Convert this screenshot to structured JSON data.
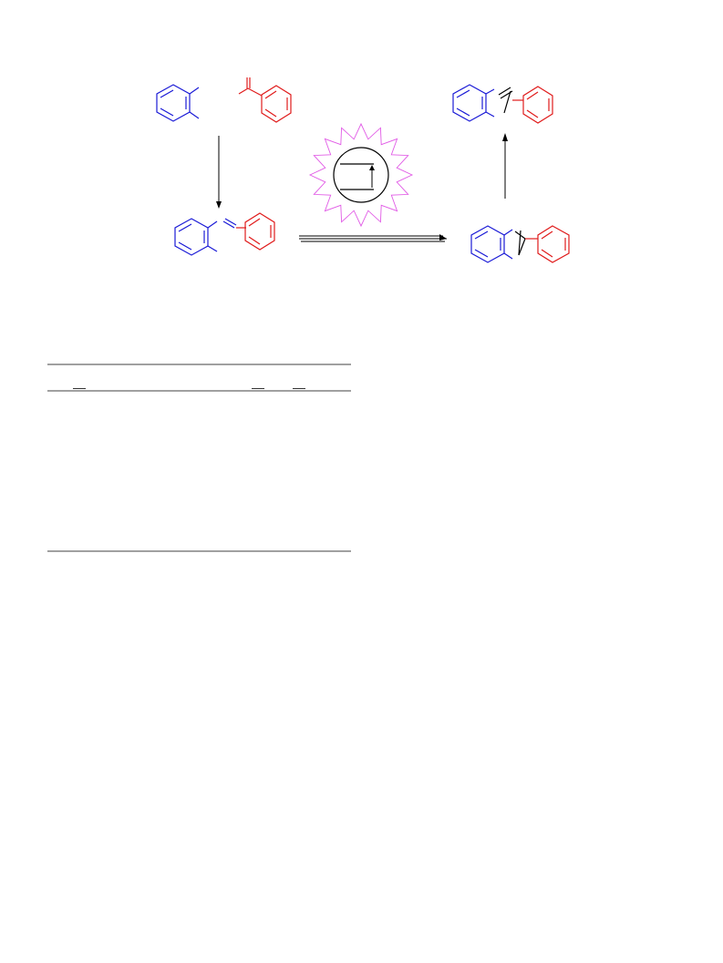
{
  "colors": {
    "reagent_a": "#1a1ad6",
    "reagent_b": "#e01b1b",
    "photocatalyst_burst": "#e15be6",
    "arrows": "#000000",
    "table_rules": "#000000"
  },
  "scheme": {
    "reagent_a": {
      "name": "ortho-disubstituted-benzene",
      "color_key": "reagent_a"
    },
    "reagent_b": {
      "name": "acetyl-benzene-fragment",
      "color_key": "reagent_b"
    },
    "intermediate_1": {
      "name": "condensation-adduct"
    },
    "intermediate_2": {
      "name": "radical-adduct"
    },
    "product": {
      "name": "cyclized-product"
    },
    "photocatalyst": {
      "name": "light-source-burst",
      "color_key": "photocatalyst_burst"
    },
    "arrows": [
      "down-arrow",
      "equilibrium-arrow",
      "up-arrow"
    ]
  },
  "table": {
    "caption": "",
    "headers": [],
    "rows": []
  }
}
